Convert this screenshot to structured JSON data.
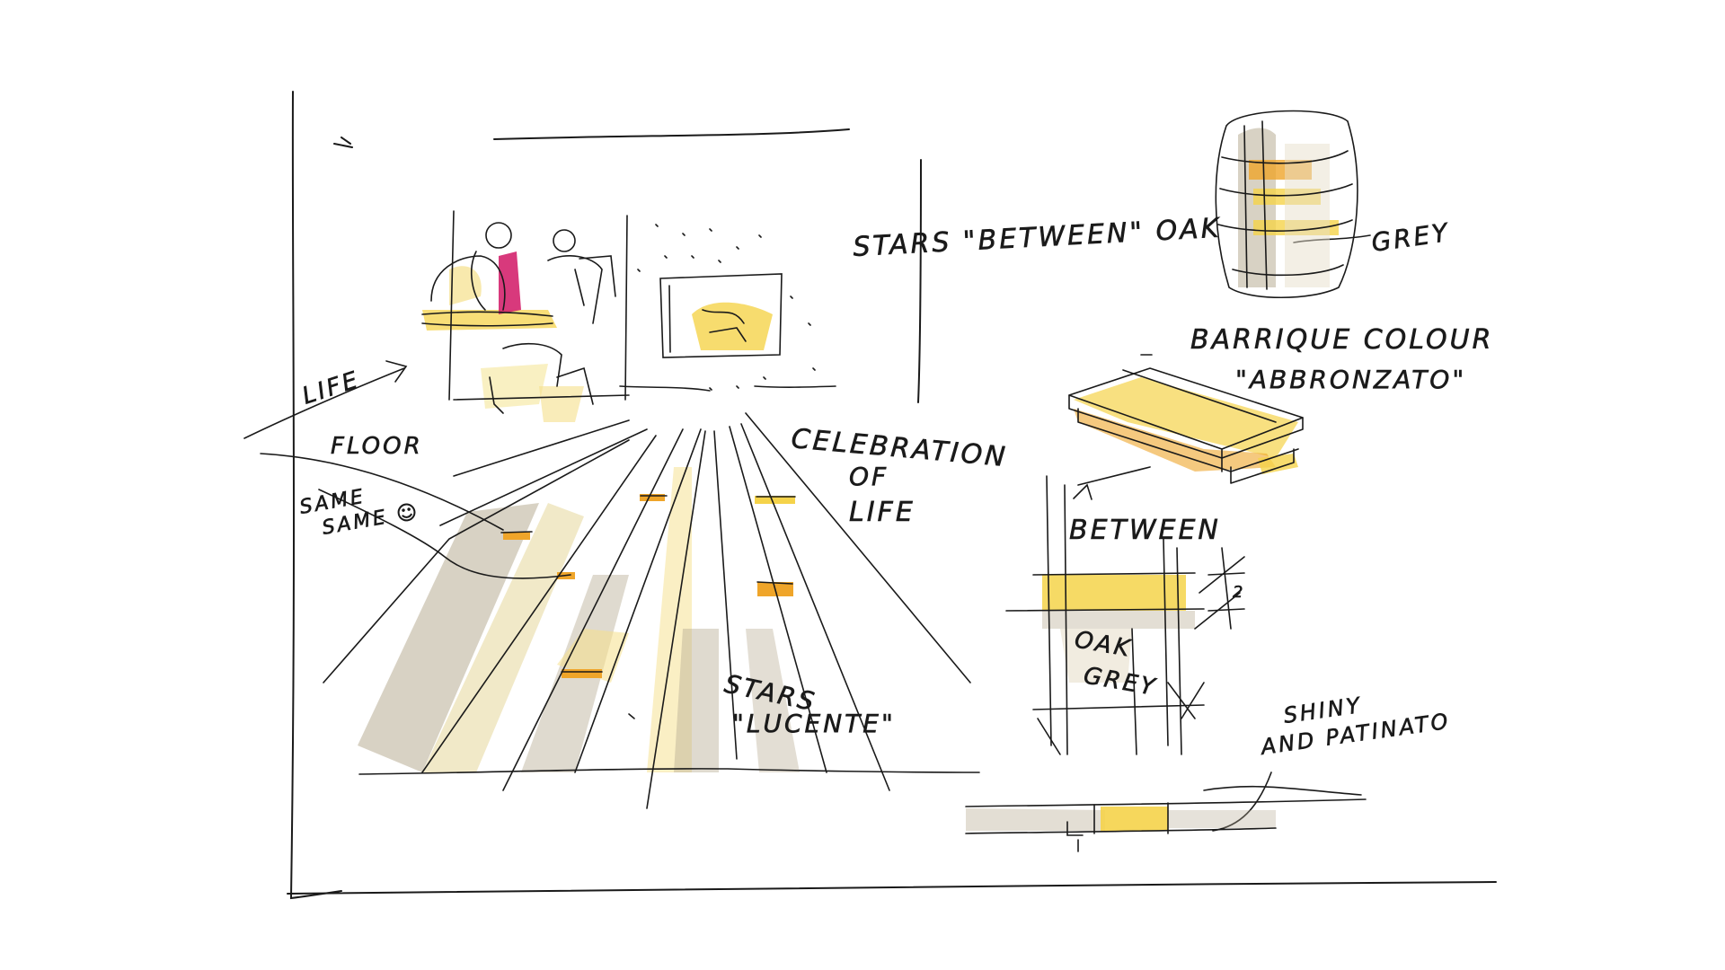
{
  "labels": {
    "stars_between_oak": "STARS \"BETWEEN\" OAK",
    "grey": "GREY",
    "barrique_colour": "BARRIQUE COLOUR",
    "abbronzato": "\"ABBRONZATO\"",
    "life": "LIFE",
    "floor": "FLOOR",
    "same_same": "SAME",
    "same_same_2": "SAME ☺",
    "celebration": "CELEBRATION",
    "of": "OF",
    "life_2": "LIFE",
    "between": "BETWEEN",
    "oak_grey_1": "OAK",
    "oak_grey_2": "GREY",
    "stars_2": "STARS",
    "lucente": "\"LUCENTE\"",
    "shiny": "SHINY",
    "patinato": "AND PATINATO",
    "dim_2": "2"
  },
  "colors": {
    "ink": "#1a1a1a",
    "wash_yellow": "#f5d34a",
    "wash_orange": "#efa52a",
    "wash_grey": "#b8ad94",
    "wash_magenta": "#d4246e"
  }
}
